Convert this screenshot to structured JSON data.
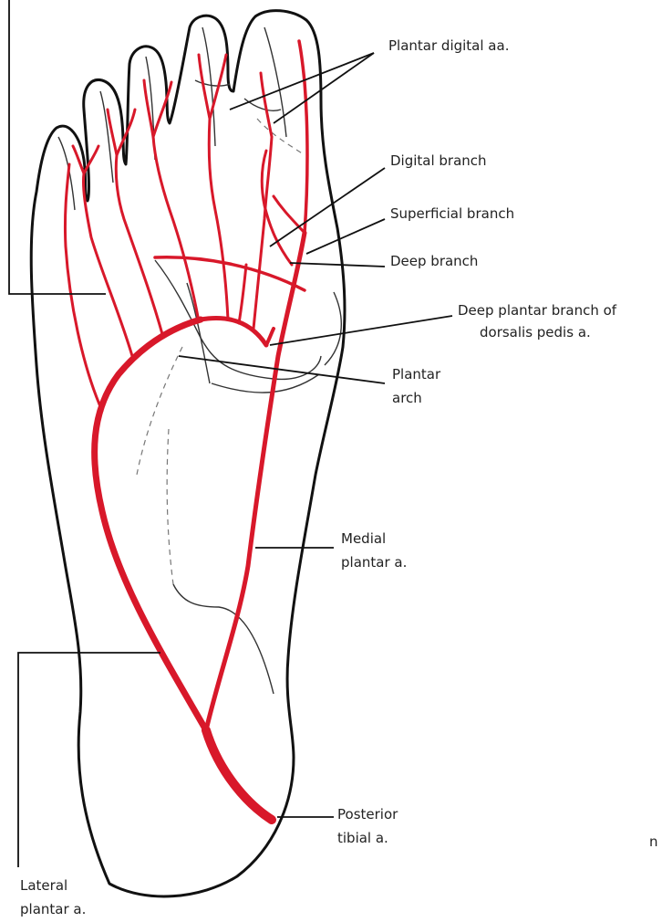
{
  "labels": {
    "plantar_digital": "Plantar digital aa.",
    "digital_branch": "Digital branch",
    "superficial_branch": "Superficial branch",
    "deep_branch": "Deep branch",
    "deep_plantar_line1": "Deep plantar branch of",
    "deep_plantar_line2": "dorsalis pedis a.",
    "plantar_arch_line1": "Plantar",
    "plantar_arch_line2": "arch",
    "medial_plantar_line1": "Medial",
    "medial_plantar_line2": "plantar a.",
    "posterior_tibial_line1": "Posterior",
    "posterior_tibial_line2": "tibial a.",
    "lateral_plantar_line1": "Lateral",
    "lateral_plantar_line2": "plantar a.",
    "edge_fragment": "n"
  },
  "colors": {
    "artery": "#d8182a",
    "outline": "#111111",
    "background": "#ffffff"
  }
}
